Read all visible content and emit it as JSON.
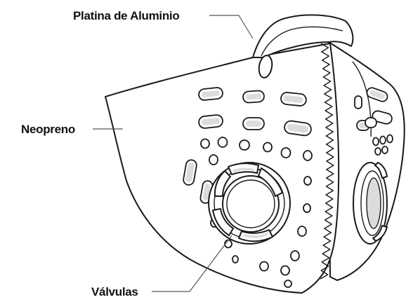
{
  "labels": {
    "platina": "Platina de Aluminio",
    "neopreno": "Neopreno",
    "valvulas": "Válvulas"
  }
}
